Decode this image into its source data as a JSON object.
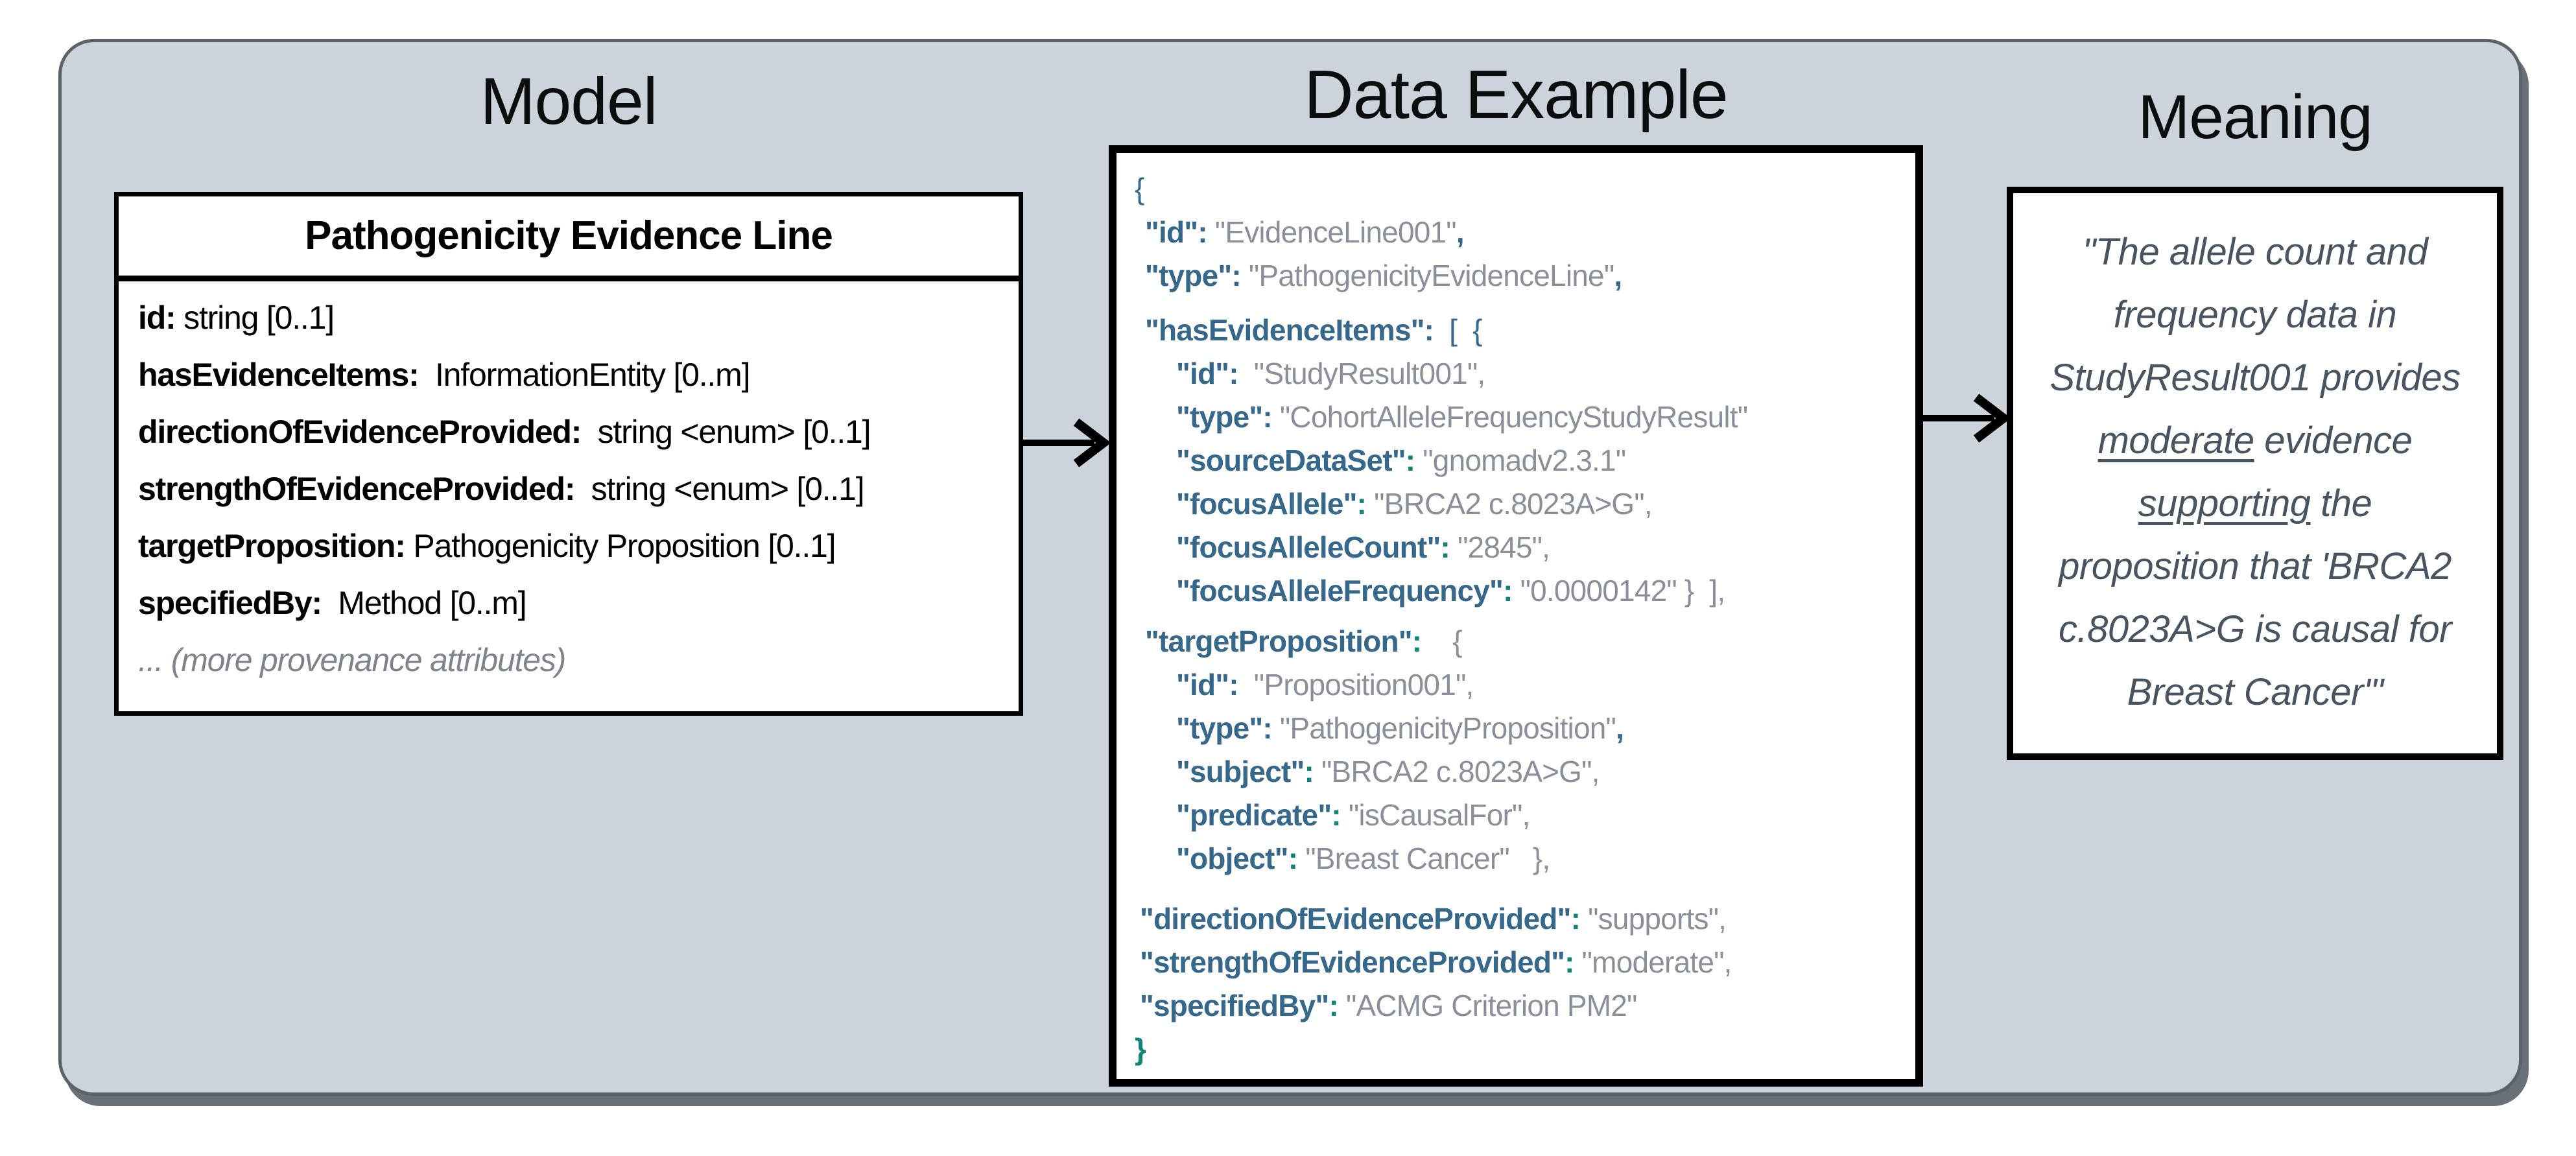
{
  "titles": {
    "model": "Model",
    "data_example": "Data Example",
    "meaning": "Meaning"
  },
  "model_box": {
    "title": "Pathogenicity Evidence Line",
    "attributes": [
      {
        "name": "id:",
        "rest": " string [0..1]"
      },
      {
        "name": "hasEvidenceItems:",
        "rest": "  InformationEntity [0..m]"
      },
      {
        "name": "directionOfEvidenceProvided:",
        "rest": "  string <enum> [0..1]"
      },
      {
        "name": "strengthOfEvidenceProvided:",
        "rest": "  string <enum> [0..1]"
      },
      {
        "name": "targetProposition:",
        "rest": " Pathogenicity Proposition [0..1]"
      },
      {
        "name": "specifiedBy:",
        "rest": "  Method [0..m]"
      }
    ],
    "footnote": "... (more provenance attributes)"
  },
  "json_example": {
    "lines": [
      {
        "ind": 0,
        "mt": 0,
        "tokens": [
          {
            "c": "c",
            "t": "{"
          }
        ]
      },
      {
        "ind": 1,
        "mt": 0,
        "tokens": [
          {
            "c": "k",
            "t": "\"id\":"
          },
          {
            "c": "v",
            "t": " \"EvidenceLine001\""
          },
          {
            "c": "b",
            "t": ","
          }
        ]
      },
      {
        "ind": 1,
        "mt": 0,
        "tokens": [
          {
            "c": "k",
            "t": "\"type\":"
          },
          {
            "c": "v",
            "t": " \"PathogenicityEvidenceLine\""
          },
          {
            "c": "b",
            "t": ","
          }
        ]
      },
      {
        "ind": 1,
        "mt": 17,
        "tokens": [
          {
            "c": "k",
            "t": "\"hasEvidenceItems\":"
          },
          {
            "c": "c",
            "t": "  [  {"
          }
        ]
      },
      {
        "ind": 2,
        "mt": 0,
        "tokens": [
          {
            "c": "k",
            "t": "\"id\":"
          },
          {
            "c": "v",
            "t": "  \"StudyResult001\","
          }
        ]
      },
      {
        "ind": 2,
        "mt": 0,
        "tokens": [
          {
            "c": "k",
            "t": "\"type\":"
          },
          {
            "c": "v",
            "t": " \"CohortAlleleFrequencyStudyResult\""
          }
        ]
      },
      {
        "ind": 2,
        "mt": 0,
        "tokens": [
          {
            "c": "k",
            "t": "\"sourceDataSet\""
          },
          {
            "c": "p",
            "t": ":"
          },
          {
            "c": "v",
            "t": " \"gnomadv2.3.1\""
          }
        ]
      },
      {
        "ind": 2,
        "mt": 0,
        "tokens": [
          {
            "c": "k",
            "t": "\"focusAllele\""
          },
          {
            "c": "p",
            "t": ":"
          },
          {
            "c": "v",
            "t": " \"BRCA2 c.8023A>G\","
          }
        ]
      },
      {
        "ind": 2,
        "mt": 0,
        "tokens": [
          {
            "c": "k",
            "t": "\"focusAlleleCount\""
          },
          {
            "c": "p",
            "t": ":"
          },
          {
            "c": "v",
            "t": " \"2845\","
          }
        ]
      },
      {
        "ind": 2,
        "mt": 0,
        "tokens": [
          {
            "c": "k",
            "t": "\"focusAlleleFrequency\""
          },
          {
            "c": "p",
            "t": ":"
          },
          {
            "c": "v",
            "t": " \"0.0000142\" }  ],"
          }
        ]
      },
      {
        "ind": 1,
        "mt": 11,
        "tokens": [
          {
            "c": "k",
            "t": "\"targetProposition\""
          },
          {
            "c": "p",
            "t": ":"
          },
          {
            "c": "v",
            "t": "    {"
          }
        ]
      },
      {
        "ind": 2,
        "mt": 0,
        "tokens": [
          {
            "c": "k",
            "t": "\"id\":"
          },
          {
            "c": "v",
            "t": "  \"Proposition001\","
          }
        ]
      },
      {
        "ind": 2,
        "mt": 0,
        "tokens": [
          {
            "c": "k",
            "t": "\"type\":"
          },
          {
            "c": "v",
            "t": " \"PathogenicityProposition\""
          },
          {
            "c": "b",
            "t": ","
          }
        ]
      },
      {
        "ind": 2,
        "mt": 0,
        "tokens": [
          {
            "c": "k",
            "t": "\"subject\""
          },
          {
            "c": "p",
            "t": ":"
          },
          {
            "c": "v",
            "t": " \"BRCA2 c.8023A>G\","
          }
        ]
      },
      {
        "ind": 2,
        "mt": 0,
        "tokens": [
          {
            "c": "k",
            "t": "\"predicate\""
          },
          {
            "c": "p",
            "t": ":"
          },
          {
            "c": "v",
            "t": " \"isCausalFor\","
          }
        ]
      },
      {
        "ind": 2,
        "mt": 0,
        "tokens": [
          {
            "c": "k",
            "t": "\"object\""
          },
          {
            "c": "p",
            "t": ":"
          },
          {
            "c": "v",
            "t": " \"Breast Cancer\"   },"
          }
        ]
      },
      {
        "ind": 3,
        "mt": 26,
        "tokens": [
          {
            "c": "k",
            "t": "\"directionOfEvidenceProvided\""
          },
          {
            "c": "p",
            "t": ":"
          },
          {
            "c": "v",
            "t": " \"supports\","
          }
        ]
      },
      {
        "ind": 3,
        "mt": 0,
        "tokens": [
          {
            "c": "k",
            "t": "\"strengthOfEvidenceProvided\""
          },
          {
            "c": "p",
            "t": ":"
          },
          {
            "c": "v",
            "t": " \"moderate\","
          }
        ]
      },
      {
        "ind": 3,
        "mt": 0,
        "tokens": [
          {
            "c": "k",
            "t": "\"specifiedBy\""
          },
          {
            "c": "p",
            "t": ":"
          },
          {
            "c": "v",
            "t": " \"ACMG Criterion PM2\""
          }
        ]
      },
      {
        "ind": 0,
        "mt": 0,
        "tokens": [
          {
            "c": "p",
            "t": "}"
          }
        ]
      }
    ]
  },
  "meaning_box": {
    "lines": [
      [
        {
          "t": "\"The allele count and"
        }
      ],
      [
        {
          "t": "frequency data in"
        }
      ],
      [
        {
          "t": "StudyResult001 provides"
        }
      ],
      [
        {
          "t": "moderate",
          "u": true
        },
        {
          "t": " evidence"
        }
      ],
      [
        {
          "t": "supporting",
          "u": true
        },
        {
          "t": " the"
        }
      ],
      [
        {
          "t": "proposition that 'BRCA2"
        }
      ],
      [
        {
          "t": "c.8023A>G is causal for"
        }
      ],
      [
        {
          "t": "Breast Cancer'\""
        }
      ]
    ]
  },
  "colors": {
    "panel_bg": "#cdd3db",
    "panel_border": "#5d6268",
    "json_key_blue": "#35688a",
    "json_punct_teal": "#108476",
    "json_value_gray": "#8a8f9a",
    "meaning_text": "#4a5360",
    "footnote_gray": "#7f848c"
  }
}
